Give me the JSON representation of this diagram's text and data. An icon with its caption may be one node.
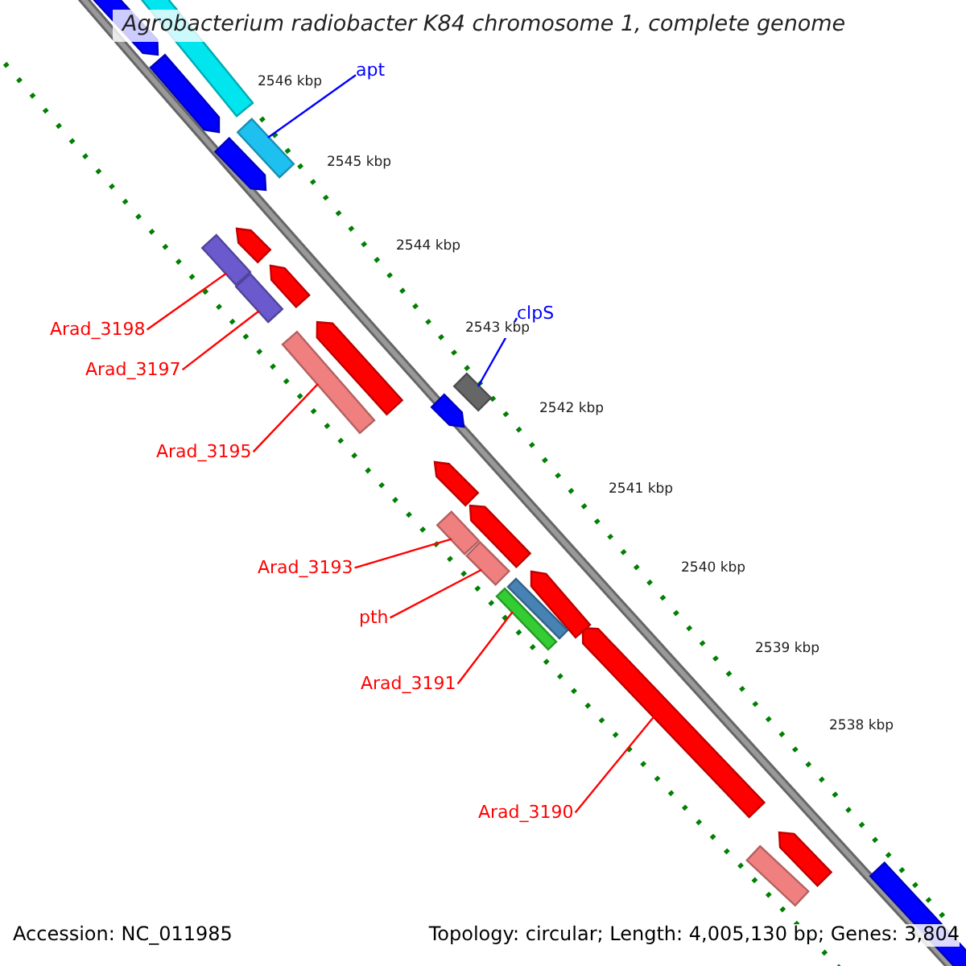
{
  "diagram": {
    "title": "Agrobacterium radiobacter K84 chromosome 1, complete genome",
    "nodes": [
      {
        "text": [
          "apt"
        ]
      },
      {
        "text": [
          "clpS"
        ]
      },
      {
        "text": [
          "Arad_3198"
        ]
      },
      {
        "text": [
          "Arad_3197"
        ]
      },
      {
        "text": [
          "Arad_3195"
        ]
      },
      {
        "text": [
          "Arad_3193"
        ]
      },
      {
        "text": [
          "pth"
        ]
      },
      {
        "text": [
          "Arad_3191"
        ]
      },
      {
        "text": [
          "Arad_3190"
        ]
      },
      {
        "text": [],
        "shape": "bar"
      },
      {
        "text": [],
        "shape": "bar"
      },
      {
        "text": [],
        "shape": "bar"
      },
      {
        "text": [],
        "shape": "bar"
      },
      {
        "text": [],
        "shape": "bar"
      },
      {
        "text": [],
        "shape": "bar"
      },
      {
        "text": [],
        "shape": "bar"
      },
      {
        "text": [],
        "shape": "bar"
      },
      {
        "text": [],
        "shape": "bar"
      },
      {
        "text": [],
        "shape": "bar"
      },
      {
        "text": [],
        "shape": "bar"
      },
      {
        "text": [],
        "shape": "bar"
      },
      {
        "text": [],
        "shape": "bar"
      },
      {
        "text": [],
        "shape": "bar"
      },
      {
        "text": [],
        "shape": "bar"
      },
      {
        "text": [],
        "shape": "bar"
      },
      {
        "text": [],
        "shape": "bar"
      },
      {
        "text": [],
        "shape": "bar"
      },
      {
        "text": [],
        "shape": "bar"
      },
      {
        "text": [],
        "shape": "bar"
      },
      {
        "text": [],
        "shape": "bar"
      },
      {
        "text": [],
        "shape": "bar"
      },
      {
        "text": [],
        "shape": "bar"
      },
      {
        "text": [],
        "shape": "bar"
      }
    ],
    "edges": [
      {
        "from": 0,
        "to": 9,
        "arrow": "none",
        "color": "#0000ff"
      },
      {
        "from": 1,
        "to": 10,
        "arrow": "none",
        "color": "#0000ff"
      },
      {
        "from": 2,
        "to": 11,
        "arrow": "none"
      },
      {
        "from": 3,
        "to": 12,
        "arrow": "none"
      },
      {
        "from": 4,
        "to": 13,
        "arrow": "none"
      },
      {
        "from": 5,
        "to": 14,
        "arrow": "none"
      },
      {
        "from": 6,
        "to": 15,
        "arrow": "none"
      },
      {
        "from": 7,
        "to": 16,
        "arrow": "none"
      },
      {
        "from": 8,
        "to": 17,
        "arrow": "none"
      }
    ],
    "labels": [
      "2546 kbp",
      "2545 kbp",
      "2544 kbp",
      "2543 kbp",
      "2542 kbp",
      "2541 kbp",
      "2540 kbp",
      "2539 kbp",
      "2538 kbp",
      "Accession: NC_011985",
      "Topology: circular; Length: 4,005,130 bp; Genes: 3,804"
    ]
  }
}
